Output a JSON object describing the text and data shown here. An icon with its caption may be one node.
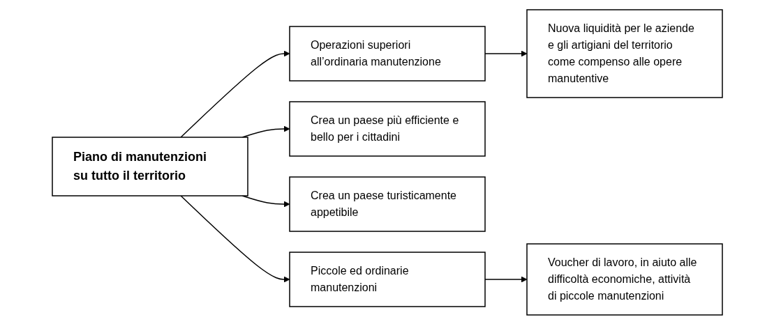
{
  "diagram": {
    "nodes": [
      {
        "text": [
          "Nuova liquidità per le aziende e gli artigiani del territorio come compenso alle opere manutentive"
        ]
      },
      {
        "text": [
          "Operazioni superiori all’ordinaria manutenzione"
        ]
      },
      {
        "text": [
          "Crea un paese più efficiente e bello per i cittadini"
        ]
      },
      {
        "text": [
          "Piano di manutenzioni su tutto il territorio"
        ]
      },
      {
        "text": [
          "Crea un paese turisticamente appetibile"
        ]
      },
      {
        "text": [
          "Voucher di lavoro, in aiuto alle difficoltà economiche, attività di piccole manutenzioni"
        ]
      },
      {
        "text": [
          "Piccole ed ordinarie manutenzioni"
        ]
      }
    ],
    "edges": [
      {
        "from": 3,
        "to": 1,
        "arrow": "to"
      },
      {
        "from": 3,
        "to": 6,
        "arrow": "to"
      },
      {
        "from": 1,
        "to": 0,
        "arrow": "to"
      },
      {
        "from": 6,
        "to": 5,
        "arrow": "to"
      },
      {
        "from": 3,
        "to": 2,
        "arrow": "to"
      },
      {
        "from": 3,
        "to": 4,
        "arrow": "to"
      }
    ]
  }
}
